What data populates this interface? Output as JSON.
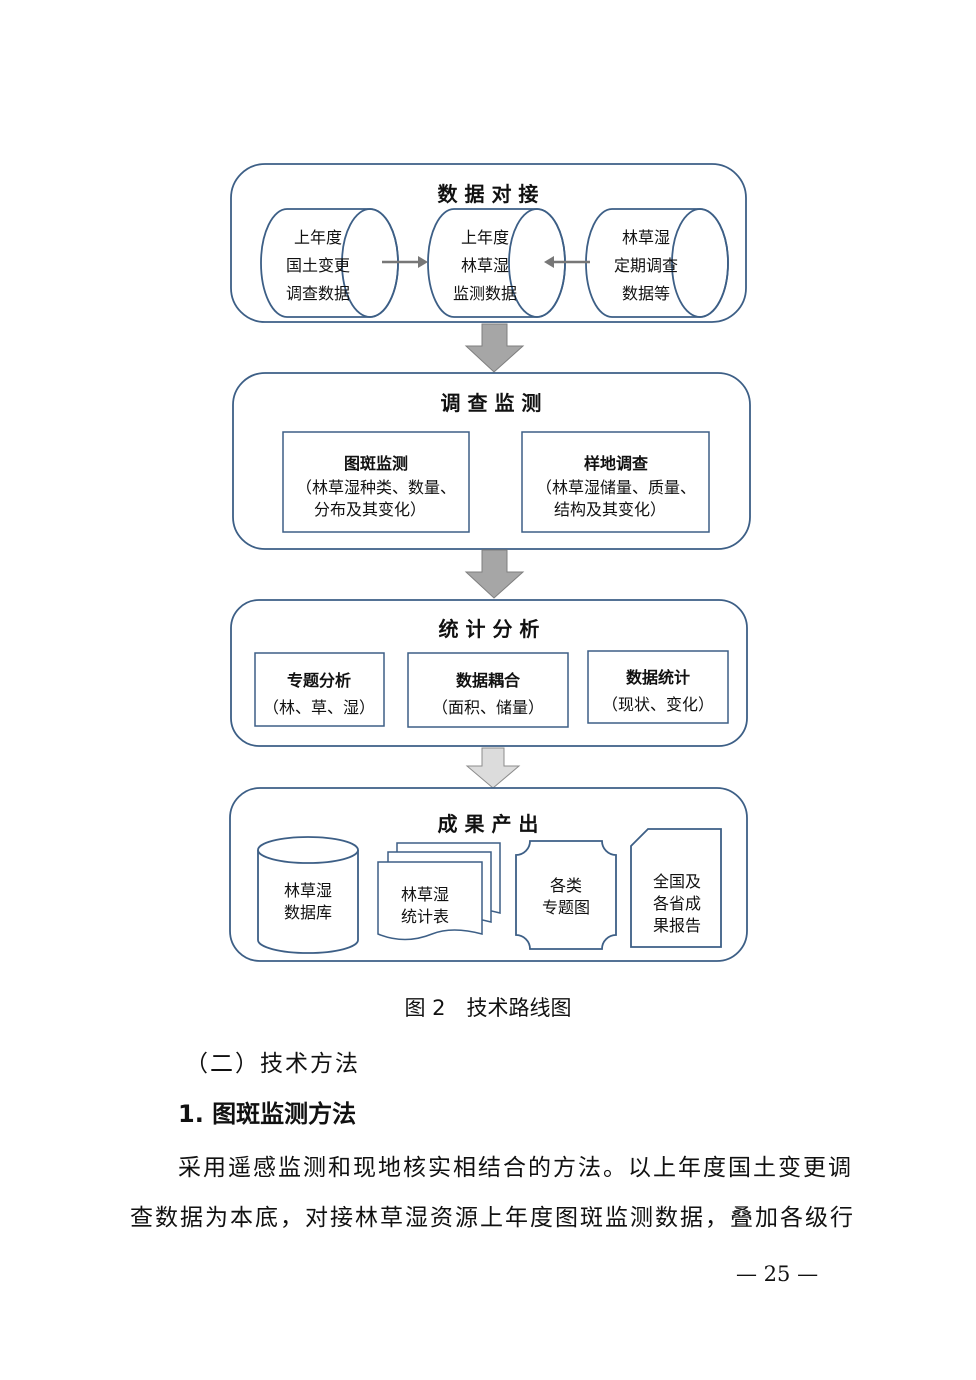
{
  "diagram": {
    "panel1": {
      "title": "数 据 对 接",
      "cylinders": [
        [
          "上年度",
          "国土变更",
          "调查数据"
        ],
        [
          "上年度",
          "林草湿",
          "监测数据"
        ],
        [
          "林草湿",
          "定期调查",
          "数据等"
        ]
      ]
    },
    "panel2": {
      "title": "调 查 监 测",
      "boxes": [
        {
          "title": "图斑监测",
          "lines": [
            "（林草湿种类、数量、",
            "分布及其变化）"
          ]
        },
        {
          "title": "样地调查",
          "lines": [
            "（林草湿储量、质量、",
            "结构及其变化）"
          ]
        }
      ]
    },
    "panel3": {
      "title": "统 计 分 析",
      "boxes": [
        {
          "title": "专题分析",
          "sub": "（林、草、湿）"
        },
        {
          "title": "数据耦合",
          "sub": "（面积、储量）"
        },
        {
          "title": "数据统计",
          "sub": "（现状、变化）"
        }
      ]
    },
    "panel4": {
      "title": "成 果 产 出",
      "items": [
        [
          "林草湿",
          "数据库"
        ],
        [
          "林草湿",
          "统计表"
        ],
        [
          "各类",
          "专题图"
        ],
        [
          "全国及",
          "各省成",
          "果报告"
        ]
      ]
    }
  },
  "caption": "图 2　技术路线图",
  "section_heading": "（二）技术方法",
  "subsection_heading": "1. 图斑监测方法",
  "paragraph_lines": [
    "采用遥感监测和现地核实相结合的方法。以上年度国土变更调",
    "查数据为本底，对接林草湿资源上年度图斑监测数据，叠加各级行"
  ],
  "page_number": "— 25 —"
}
